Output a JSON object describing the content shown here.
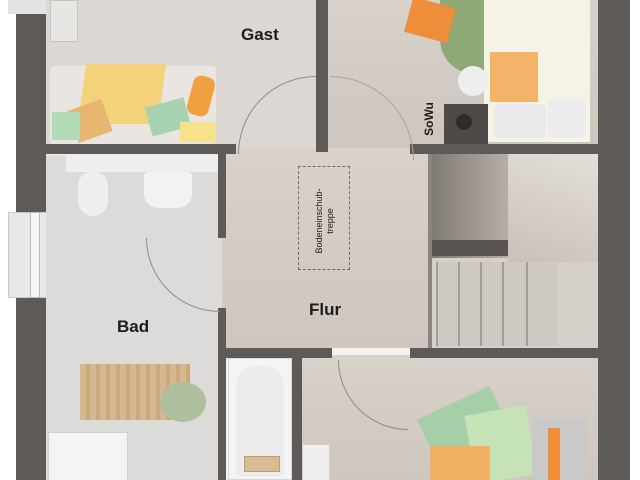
{
  "floor_plan": {
    "rooms": [
      {
        "id": "gast",
        "label": "Gast"
      },
      {
        "id": "sowu",
        "label": "SoWu"
      },
      {
        "id": "bad",
        "label": "Bad"
      },
      {
        "id": "flur",
        "label": "Flur"
      }
    ],
    "annotations": {
      "attic_stair": "Bodeneinschub-\ntreppe"
    },
    "colors": {
      "wall": "#5e5a58",
      "wood_floor": "#d3ccc4",
      "tile_floor": "#dcdbda",
      "accent_orange": "#f0a040",
      "accent_yellow": "#f3d27a",
      "accent_green": "#a9d3b0",
      "rug_green": "#8ea876"
    }
  }
}
